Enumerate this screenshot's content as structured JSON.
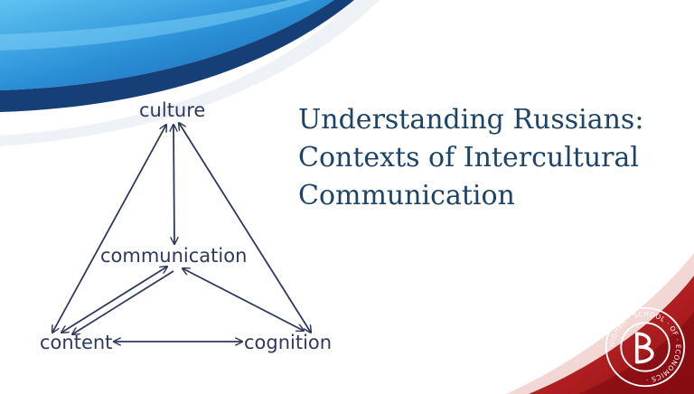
{
  "title": {
    "lines": [
      "Understanding Russians:",
      "Contexts of Intercultural",
      "Communication"
    ]
  },
  "diagram": {
    "nodes": {
      "culture": "culture",
      "communication": "communication",
      "content": "content",
      "cognition": "cognition"
    }
  },
  "logo": {
    "ring_text": "HIGHER · SCHOOL · OF · ECONOMICS ·"
  },
  "colors": {
    "arrow": "#2e3a5c",
    "title": "#1d4466",
    "brand_red": "#b3171c",
    "brand_blue": "#1f6fb8"
  }
}
